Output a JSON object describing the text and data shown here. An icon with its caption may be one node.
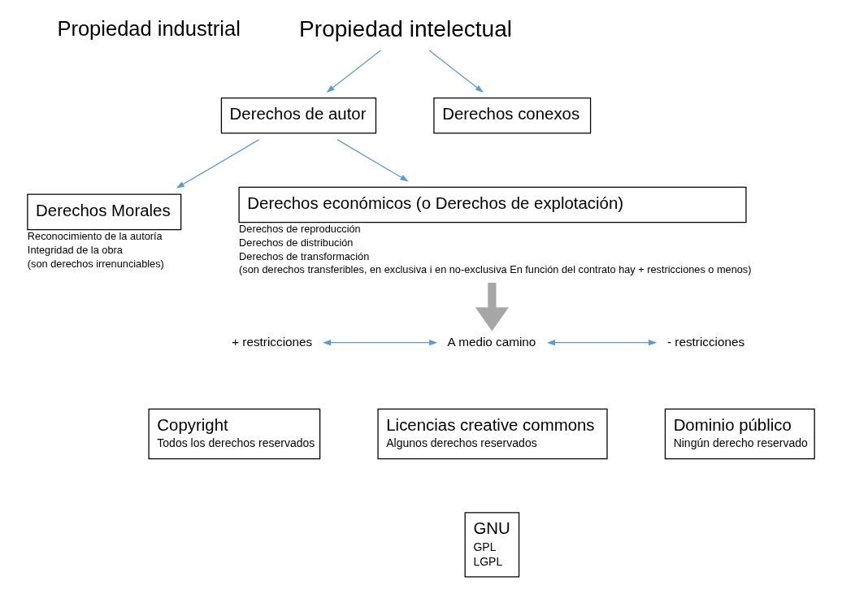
{
  "diagram": {
    "nodes": [
      {
        "text": [
          "Propiedad intelectual"
        ]
      },
      {
        "text": [
          "Derechos de autor"
        ]
      },
      {
        "text": [
          "Derechos conexos"
        ]
      },
      {
        "text": [
          "Derechos Morales"
        ],
        "beside": [
          "Reconocimiento de la autoría",
          "Integridad de la obra",
          "(son derechos irrenunciables)"
        ]
      },
      {
        "text": [
          "Derechos económicos (o Derechos de explotación)"
        ],
        "beside": [
          "Derechos de reproducción",
          "Derechos de distribución",
          "Derechos de transformación",
          "(son derechos transferibles, en exclusiva i en no-exclusiva En función del contrato hay + restricciones o menos)"
        ]
      },
      {
        "text": [
          "+ restricciones"
        ]
      },
      {
        "text": [
          "A medio camino"
        ]
      },
      {
        "text": [
          "- restricciones"
        ]
      },
      {
        "text": [
          "Copyright",
          "Todos los derechos reservados"
        ]
      },
      {
        "text": [
          "Licencias creative commons",
          "Algunos derechos reservados"
        ]
      },
      {
        "text": [
          "GNU",
          "GPL",
          "LGPL"
        ]
      },
      {
        "text": [
          "Dominio público",
          "Ningún derecho reservado"
        ]
      }
    ],
    "edges": [
      {
        "from": 0,
        "to": 1,
        "arrow": "to"
      },
      {
        "from": 0,
        "to": 2,
        "arrow": "to"
      },
      {
        "from": 1,
        "to": 3,
        "arrow": "to"
      },
      {
        "from": 1,
        "to": 4,
        "arrow": "to"
      },
      {
        "from": 4,
        "to": 6,
        "arrow": "to",
        "style": "thick",
        "color": "#a6a6a6"
      },
      {
        "from": 5,
        "to": 6,
        "arrow": "both"
      },
      {
        "from": 6,
        "to": 7,
        "arrow": "both"
      }
    ],
    "labels": [
      "Propiedad industrial"
    ]
  }
}
